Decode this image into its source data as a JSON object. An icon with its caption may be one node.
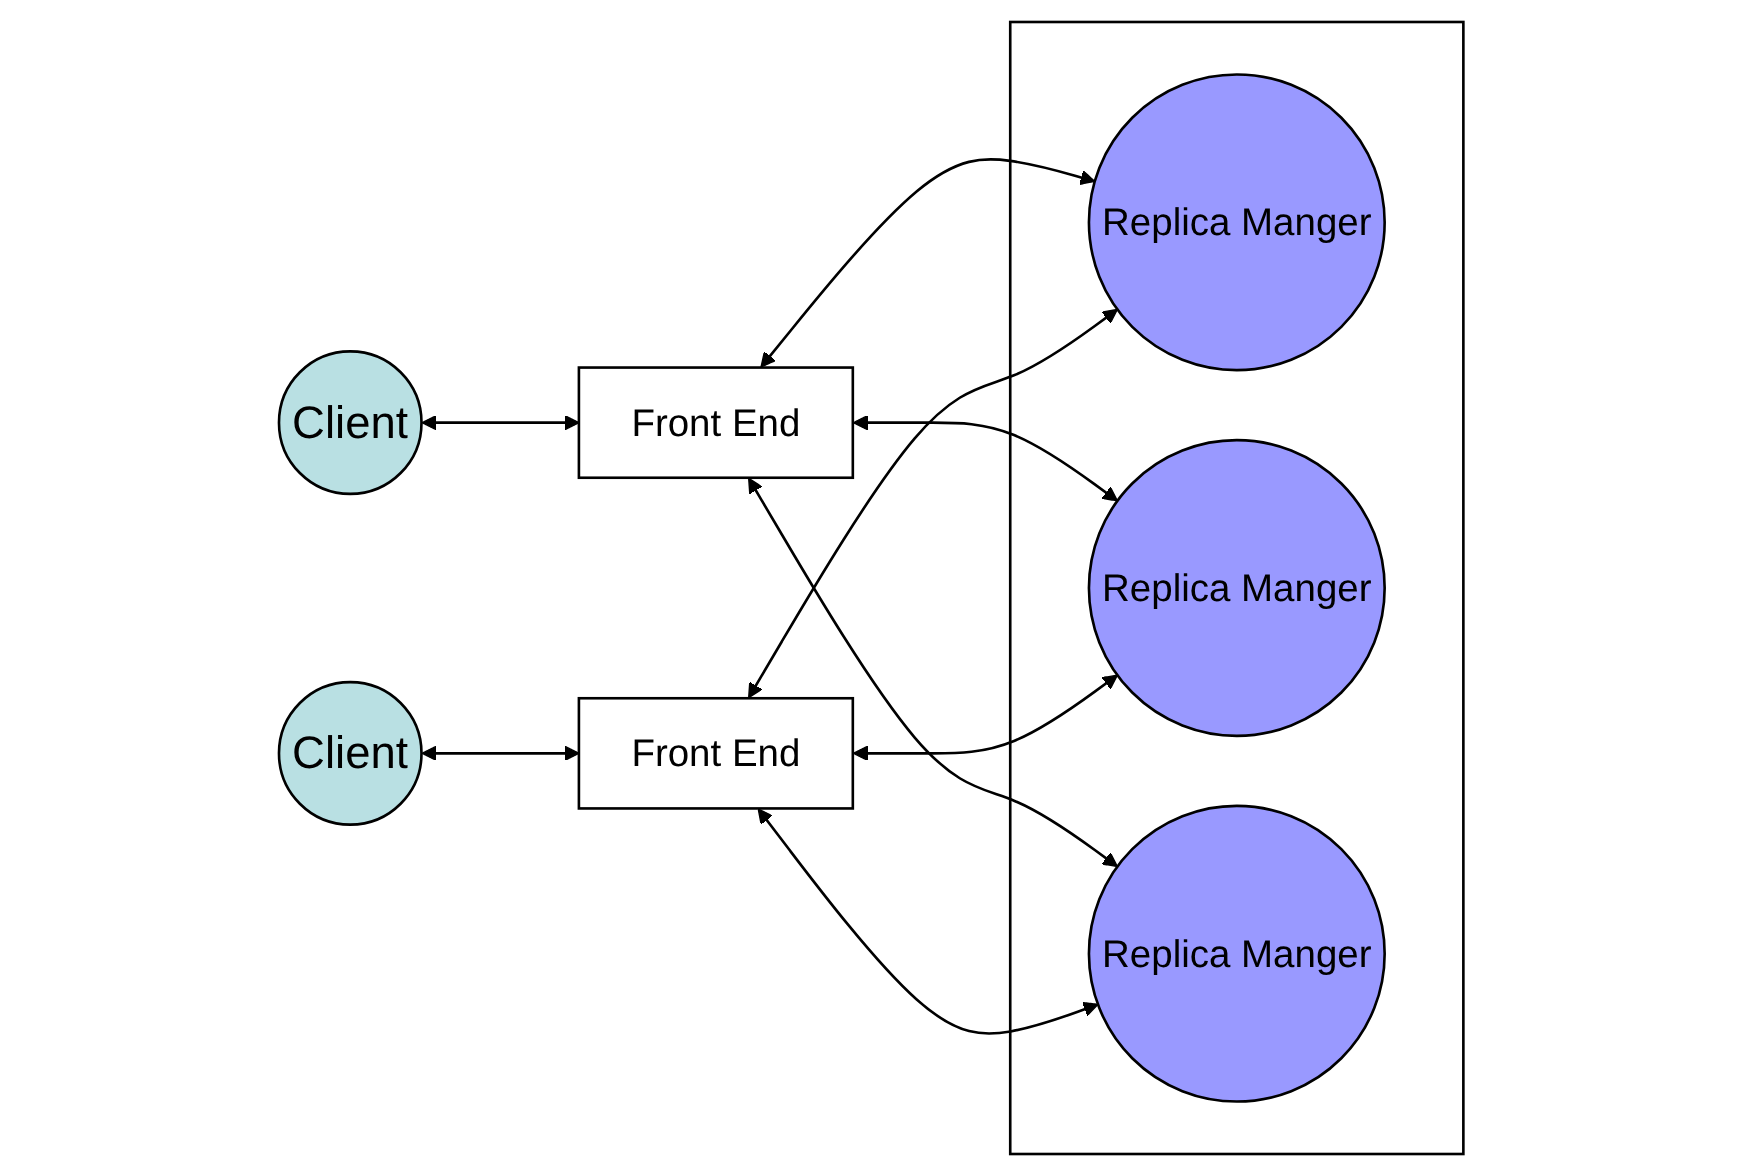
{
  "diagram": {
    "nodes": [
      {
        "text": [
          "Client"
        ]
      },
      {
        "text": [
          "Front End"
        ]
      },
      {
        "text": [
          "Client"
        ]
      },
      {
        "text": [
          "Front End"
        ]
      },
      {
        "text": [],
        "shape": "box"
      },
      {
        "text": [
          "Replica Manger"
        ],
        "in": 4
      },
      {
        "text": [
          "Replica Manger"
        ],
        "in": 4
      },
      {
        "text": [
          "Replica Manger"
        ],
        "in": 4
      }
    ],
    "edges": [
      {
        "from": 0,
        "to": 1,
        "arrow": "both"
      },
      {
        "from": 1,
        "to": 5,
        "arrow": "both"
      },
      {
        "from": 1,
        "to": 6,
        "arrow": "both"
      },
      {
        "from": 1,
        "to": 7,
        "arrow": "both"
      },
      {
        "from": 2,
        "to": 3,
        "arrow": "both"
      },
      {
        "from": 3,
        "to": 6,
        "arrow": "both"
      },
      {
        "from": 3,
        "to": 5,
        "arrow": "both"
      },
      {
        "from": 3,
        "to": 7,
        "arrow": "both"
      }
    ]
  }
}
